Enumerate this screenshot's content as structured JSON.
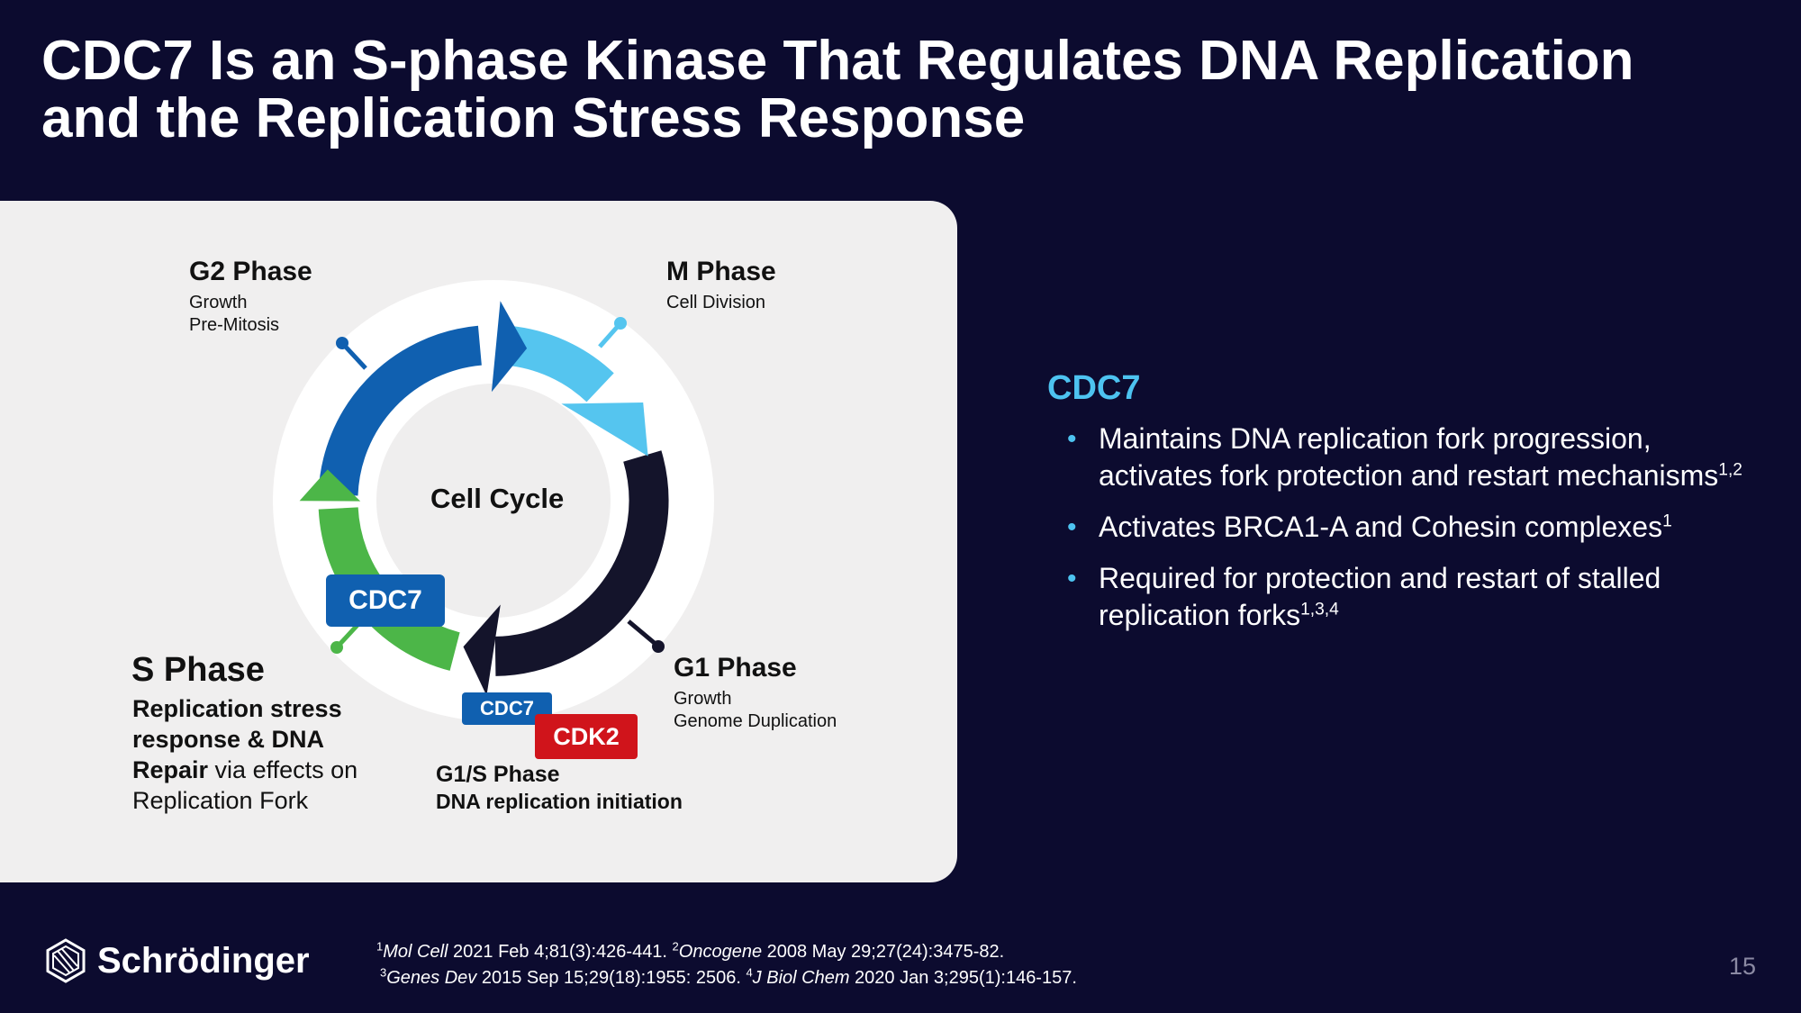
{
  "title": {
    "line1": "CDC7 Is an S-phase Kinase That Regulates DNA Replication",
    "line2": "and the Replication Stress Response"
  },
  "diagram": {
    "center_label": "Cell Cycle",
    "g2": {
      "title": "G2 Phase",
      "line1": "Growth",
      "line2": "Pre-Mitosis"
    },
    "m": {
      "title": "M Phase",
      "line1": "Cell Division"
    },
    "g1": {
      "title": "G1 Phase",
      "line1": "Growth",
      "line2": "Genome Duplication"
    },
    "s": {
      "title": "S Phase",
      "line1": "Replication stress",
      "line2": "response & DNA",
      "line3_bold": "Repair",
      "line3_rest": " via effects on",
      "line4": "Replication Fork"
    },
    "g1s": {
      "title": "G1/S Phase",
      "subtitle": "DNA replication initiation"
    },
    "badges": {
      "cdc7_large": "CDC7",
      "cdc7_small": "CDC7",
      "cdk2": "CDK2"
    },
    "colors": {
      "g2_arc": "#1060b0",
      "m_arc": "#55c5ef",
      "g1_arc": "#14142b",
      "s_arc": "#4cb648",
      "cdc7_badge": "#1060b0",
      "cdk2_badge": "#d0141b"
    }
  },
  "cdc7_panel": {
    "heading": "CDC7",
    "bullets": [
      {
        "text": "Maintains DNA replication fork progression, activates fork protection and restart mechanisms",
        "sup": "1,2"
      },
      {
        "text": "Activates BRCA1-A and Cohesin complexes",
        "sup": "1"
      },
      {
        "text": "Required for protection and restart of stalled replication forks",
        "sup": "1,3,4"
      }
    ]
  },
  "footer": {
    "logo_text": "Schrödinger",
    "logo_icon": "schrodinger-logo-icon",
    "ref1": {
      "sup": "1",
      "journal": "Mol Cell",
      "rest": " 2021 Feb 4;81(3):426-441. "
    },
    "ref2": {
      "sup": "2",
      "journal": "Oncogene",
      "rest": " 2008 May 29;27(24):3475-82."
    },
    "ref3": {
      "sup": "3",
      "journal": "Genes Dev",
      "rest": " 2015 Sep 15;29(18):1955: 2506. "
    },
    "ref4": {
      "sup": "4",
      "journal": "J Biol Chem",
      "rest": " 2020 Jan 3;295(1):146-157."
    },
    "page_number": "15"
  }
}
